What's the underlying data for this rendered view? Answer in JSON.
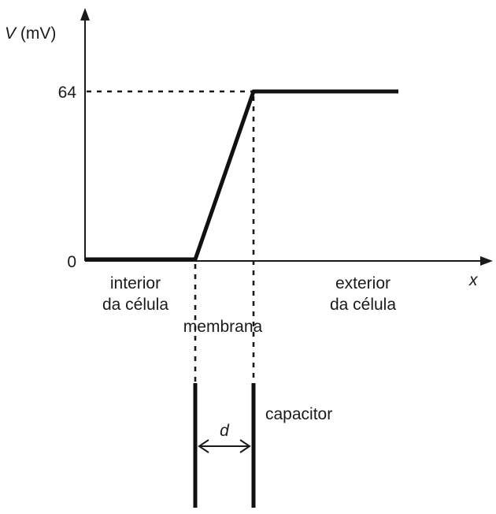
{
  "axes": {
    "y_label_var": "V",
    "y_label_unit": " (mV)",
    "x_label": "x",
    "y_tick_top": "64",
    "y_tick_origin": "0"
  },
  "regions": {
    "interior_line1": "interior",
    "interior_line2": "da célula",
    "exterior_line1": "exterior",
    "exterior_line2": "da célula",
    "membrane": "membrana"
  },
  "capacitor": {
    "label": "capacitor",
    "gap_label": "d"
  },
  "potential_profile": {
    "interior_V_mV": 0,
    "exterior_V_mV": 64
  }
}
